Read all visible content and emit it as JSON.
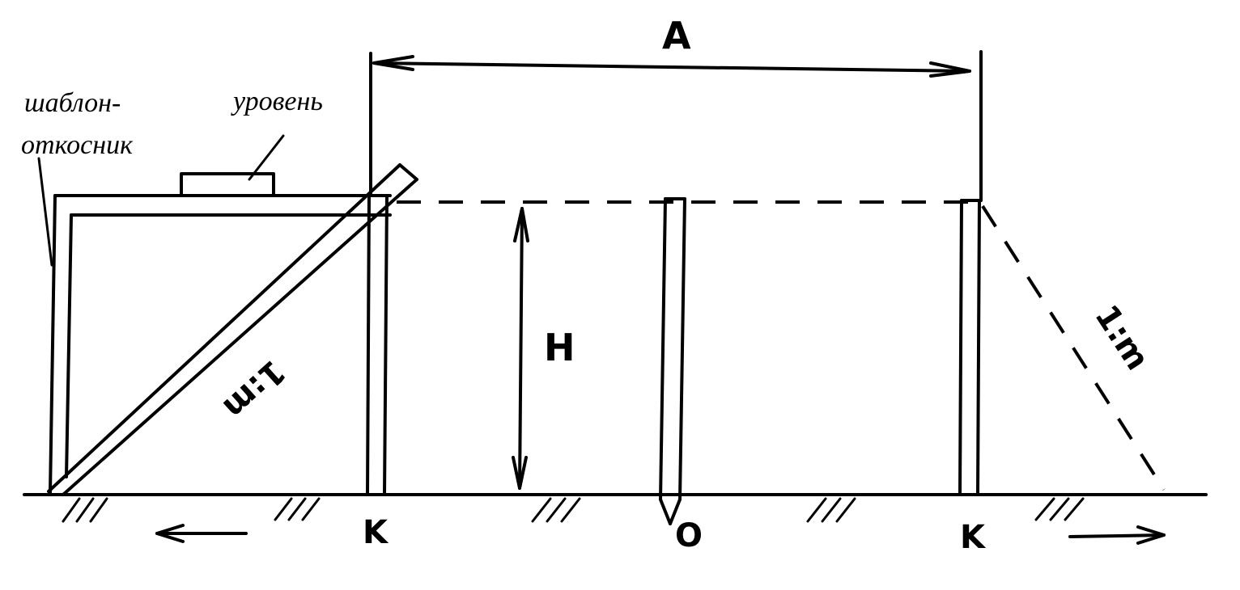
{
  "labels": {
    "template": "шаблон-",
    "template_cont": "откосник",
    "level": "уровень",
    "dimension_a": "A",
    "dimension_h": "H",
    "slope_left": "1:m",
    "slope_right": "1:m",
    "point_k_left": "K",
    "point_o": "O",
    "point_k_right": "K"
  },
  "colors": {
    "ink": "#000000",
    "paper": "#ffffff"
  }
}
